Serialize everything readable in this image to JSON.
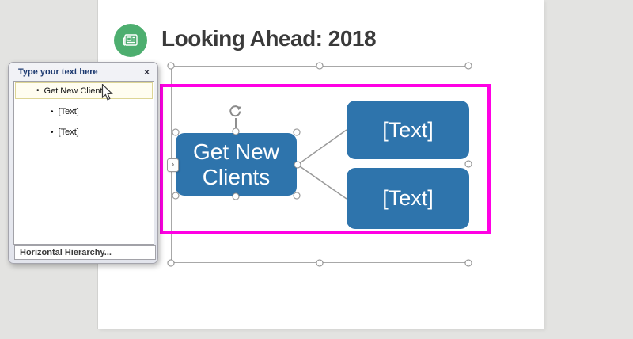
{
  "slide": {
    "title": "Looking Ahead: 2018"
  },
  "text_pane": {
    "header": "Type your text here",
    "close_label": "×",
    "bullet": "•",
    "entries": [
      {
        "label": "Get New Clients",
        "level": 1,
        "selected": true
      },
      {
        "label": "[Text]",
        "level": 2,
        "selected": false
      },
      {
        "label": "[Text]",
        "level": 2,
        "selected": false
      }
    ],
    "footer": "Horizontal Hierarchy...",
    "toggle_tab": "›"
  },
  "smartart": {
    "layout_name": "Horizontal Hierarchy",
    "root_node": "Get New Clients",
    "child_nodes": [
      "[Text]",
      "[Text]"
    ]
  },
  "colors": {
    "accent_blue": "#2e74ac",
    "selection_magenta": "#ff00e4",
    "icon_green": "#4dae6f",
    "frame_gray": "#a8a8a8",
    "title_gray": "#3a3a3a",
    "panel_header_navy": "#1d3a70"
  }
}
